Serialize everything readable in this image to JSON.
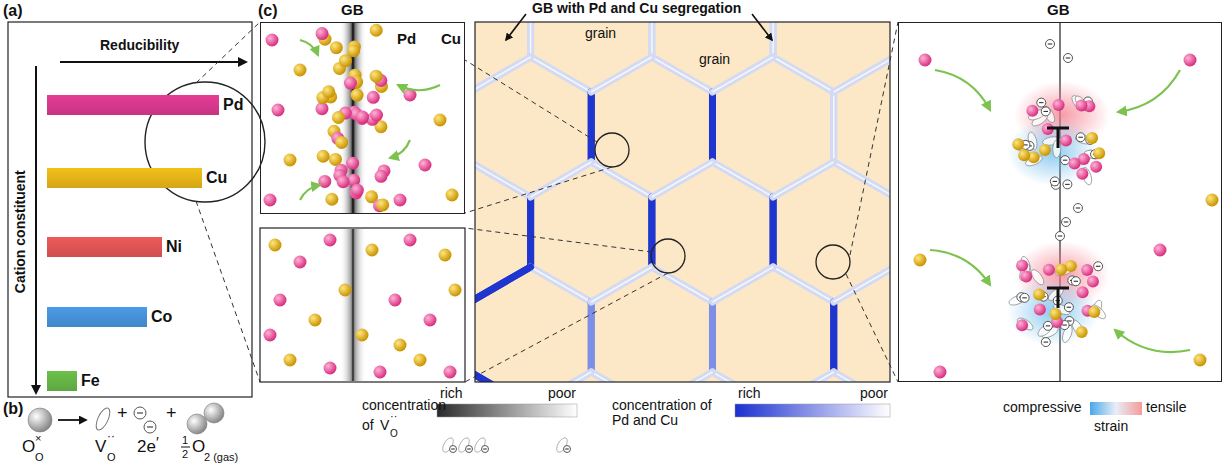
{
  "diagram": {
    "nodes": [
      {
        "text": [
          "Pd"
        ]
      },
      {
        "text": [
          "Cu"
        ]
      },
      {
        "text": [
          "Ni"
        ]
      },
      {
        "text": [
          "Co"
        ]
      },
      {
        "text": [
          "Fe"
        ]
      },
      {
        "text": [
          "GB",
          "Pd",
          "Cu"
        ]
      },
      {
        "text": [
          "GB with Pd and Cu segregation",
          "grain",
          "grain"
        ]
      },
      {
        "text": [
          "GB"
        ]
      }
    ],
    "labels": [
      "(a)",
      "Reducibility",
      "Cation constituent",
      "(b)",
      "O",
      "O",
      "×",
      "V",
      "O",
      "··",
      "+",
      "2e",
      "′",
      "+",
      "1",
      "2",
      "O",
      "2 (gas)",
      "(c)",
      "concentration",
      "of",
      "V",
      "O",
      "··",
      "rich",
      "poor",
      "concentration of Pd and Cu",
      "rich",
      "poor",
      "compressive",
      "tensile",
      "strain"
    ]
  }
}
